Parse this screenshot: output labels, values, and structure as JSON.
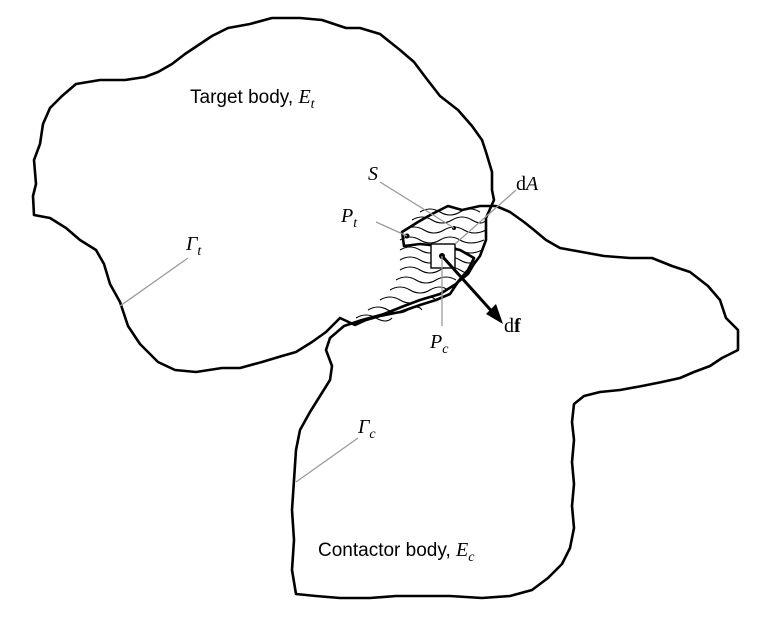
{
  "labels": {
    "target_body": "Target body, ",
    "target_E": "E",
    "target_E_sub": "t",
    "contactor_body": "Contactor body, ",
    "contactor_E": "E",
    "contactor_E_sub": "c",
    "gamma_t": "Γ",
    "gamma_t_sub": "t",
    "gamma_c": "Γ",
    "gamma_c_sub": "c",
    "S": "S",
    "dA_d": "d",
    "dA_A": "A",
    "Pt": "P",
    "Pt_sub": "t",
    "Pc": "P",
    "Pc_sub": "c",
    "df_d": "d",
    "df_f": "f"
  },
  "colors": {
    "outline": "#000000",
    "leader": "#9a9a9a",
    "background": "#ffffff"
  }
}
